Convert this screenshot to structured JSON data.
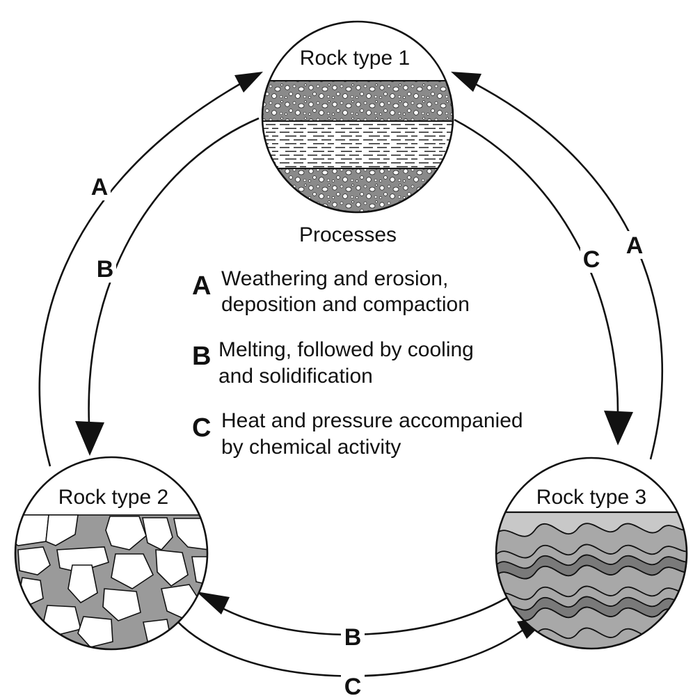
{
  "rocks": {
    "type1": "Rock type 1",
    "type2": "Rock type 2",
    "type3": "Rock type 3"
  },
  "legend": {
    "title": "Processes",
    "items": [
      {
        "letter": "A",
        "line1": "Weathering and erosion,",
        "line2": "deposition and compaction"
      },
      {
        "letter": "B",
        "line1": "Melting, followed by cooling",
        "line2": "and solidification"
      },
      {
        "letter": "C",
        "line1": "Heat and pressure accompanied",
        "line2": "by chemical activity"
      }
    ]
  },
  "arrow_labels": {
    "left_outer": "A",
    "left_inner": "B",
    "right_outer": "A",
    "right_inner": "C",
    "bottom_inner": "B",
    "bottom_outer": "C"
  }
}
